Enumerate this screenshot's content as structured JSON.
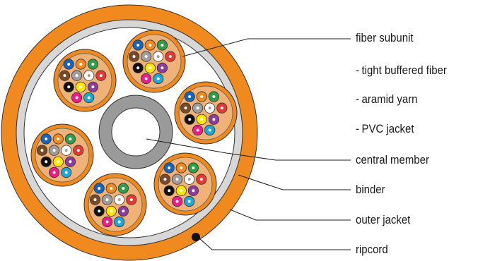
{
  "colors": {
    "jacket": "#F08A1E",
    "binder": "#D7D7D7",
    "line": "#222222",
    "central_member": "#9A9A9A",
    "aramid": "#EFB37A"
  },
  "fiber_colors": [
    "#1565C0",
    "#F08A1E",
    "#2E9E4A",
    "#7A4B2A",
    "#9E9E9E",
    "#FFFFFF",
    "#E53935",
    "#111111",
    "#FFE600",
    "#8E3B9E",
    "#E91E8C",
    "#1BA8D6"
  ],
  "labels": {
    "fiber_subunit": "fiber subunit",
    "tight_buffered_fiber": "tight buffered fiber",
    "aramid_yarn": "aramid yarn",
    "pvc_jacket": "PVC jacket",
    "central_member": "central member",
    "binder": "binder",
    "outer_jacket": "outer jacket",
    "ripcord": "ripcord",
    "sub_prefix": "-"
  }
}
